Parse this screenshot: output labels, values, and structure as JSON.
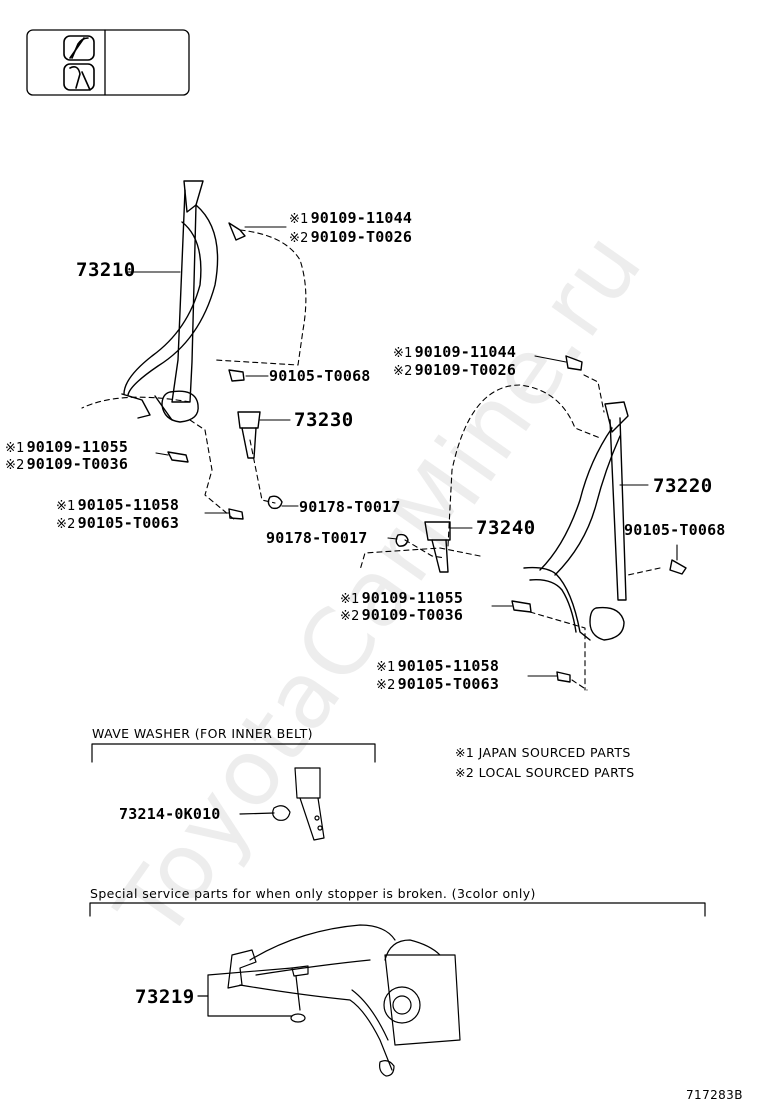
{
  "watermark": "ToyotaCarMine.ru",
  "legend": {
    "mark1": "※1",
    "mark2": "※2",
    "japan": "JAPAN SOURCED PARTS",
    "local": "LOCAL SOURCED PARTS"
  },
  "parts": {
    "p73210": "73210",
    "p73220": "73220",
    "p73230": "73230",
    "p73240": "73240",
    "p73214": "73214-0K010",
    "p73219": "73219",
    "bolt_11044": "90109-11044",
    "bolt_T0026": "90109-T0026",
    "bolt_T0068": "90105-T0068",
    "bolt_11055": "90109-11055",
    "bolt_T0036": "90109-T0036",
    "bolt_11058": "90105-11058",
    "bolt_T0063": "90105-T0063",
    "nut_T0017": "90178-T0017"
  },
  "notes": {
    "wave_washer": "WAVE WASHER (FOR INNER BELT)",
    "special": "Special service parts for when only stopper is broken. (3color only)"
  },
  "diagram_id": "717283B",
  "colors": {
    "ink": "#000000",
    "paper": "#ffffff",
    "watermark": "#e6e6e6"
  }
}
